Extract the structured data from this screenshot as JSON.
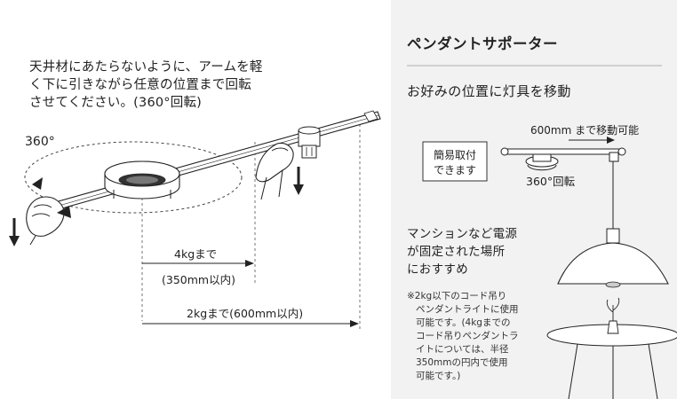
{
  "left": {
    "instruction": [
      "天井材にあたらないように、アームを軽",
      "く下に引きながら任意の位置まで回転",
      "させてください。(360°回転)"
    ],
    "rotation_label": "360°",
    "dim_4kg_label": "4kgまで",
    "dim_4kg_value": "(350mm以内)",
    "dim_2kg_label": "2kgまで(600mm以内)"
  },
  "panel": {
    "title": "ペンダントサポーター",
    "subtitle": "お好みの位置に灯具を移動",
    "move_label": "600mm まで移動可能",
    "easy_box": [
      "簡易取付",
      "できます"
    ],
    "rotate_label": "360°回転",
    "recommend": [
      "マンションなど電源",
      "が固定された場所",
      "におすすめ"
    ],
    "note": [
      "※2kg以下のコード吊り",
      "ペンダントライトに使用",
      "可能です。(4kgまでの",
      "コード吊りペンダントラ",
      "イトについては、半径",
      "350mmの円内で使用",
      "可能です。)"
    ]
  },
  "colors": {
    "panel_bg": "#f2f2f2",
    "line": "#222222",
    "dashed": "#555555"
  }
}
